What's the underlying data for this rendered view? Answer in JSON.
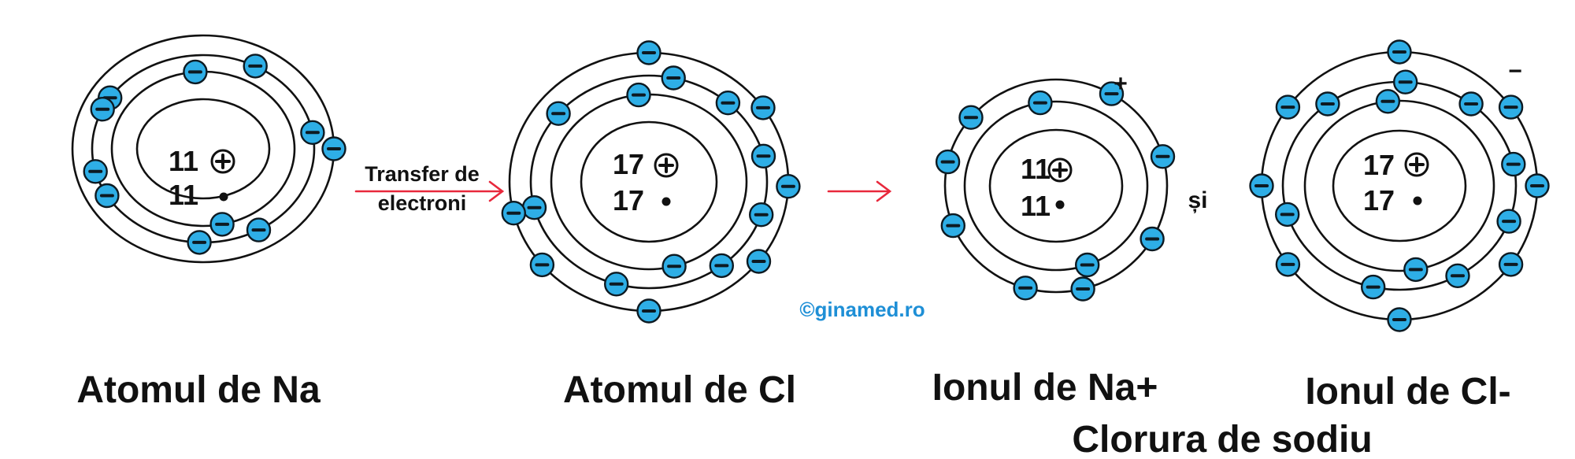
{
  "colors": {
    "electron": "#2eaee6",
    "arrow": "#e8283c",
    "watermark": "#1e8fd6",
    "ink": "#111111"
  },
  "atoms": [
    {
      "id": "na-atom",
      "caption": "Atomul de Na",
      "protons": "11",
      "neutrons": "11",
      "electrons_per_shell": [
        2,
        8,
        1
      ],
      "charge": ""
    },
    {
      "id": "cl-atom",
      "caption": "Atomul de Cl",
      "protons": "17",
      "neutrons": "17",
      "electrons_per_shell": [
        2,
        8,
        7
      ],
      "charge": ""
    },
    {
      "id": "na-ion",
      "caption": "Ionul de Na+",
      "protons": "11",
      "neutrons": "11",
      "electrons_per_shell": [
        2,
        8
      ],
      "charge": "+"
    },
    {
      "id": "cl-ion",
      "caption": "Ionul de Cl-",
      "protons": "17",
      "neutrons": "17",
      "electrons_per_shell": [
        2,
        8,
        8
      ],
      "charge": "−"
    }
  ],
  "transfer_label_line1": "Transfer de",
  "transfer_label_line2": "electroni",
  "conjunction": "și",
  "watermark": "©ginamed.ro",
  "result_caption": "Clorura de sodiu",
  "icons": {
    "electron": "electron-minus-icon",
    "proton": "proton-plus-icon",
    "neutron": "neutron-dot-icon",
    "arrow": "arrow-right-icon"
  }
}
